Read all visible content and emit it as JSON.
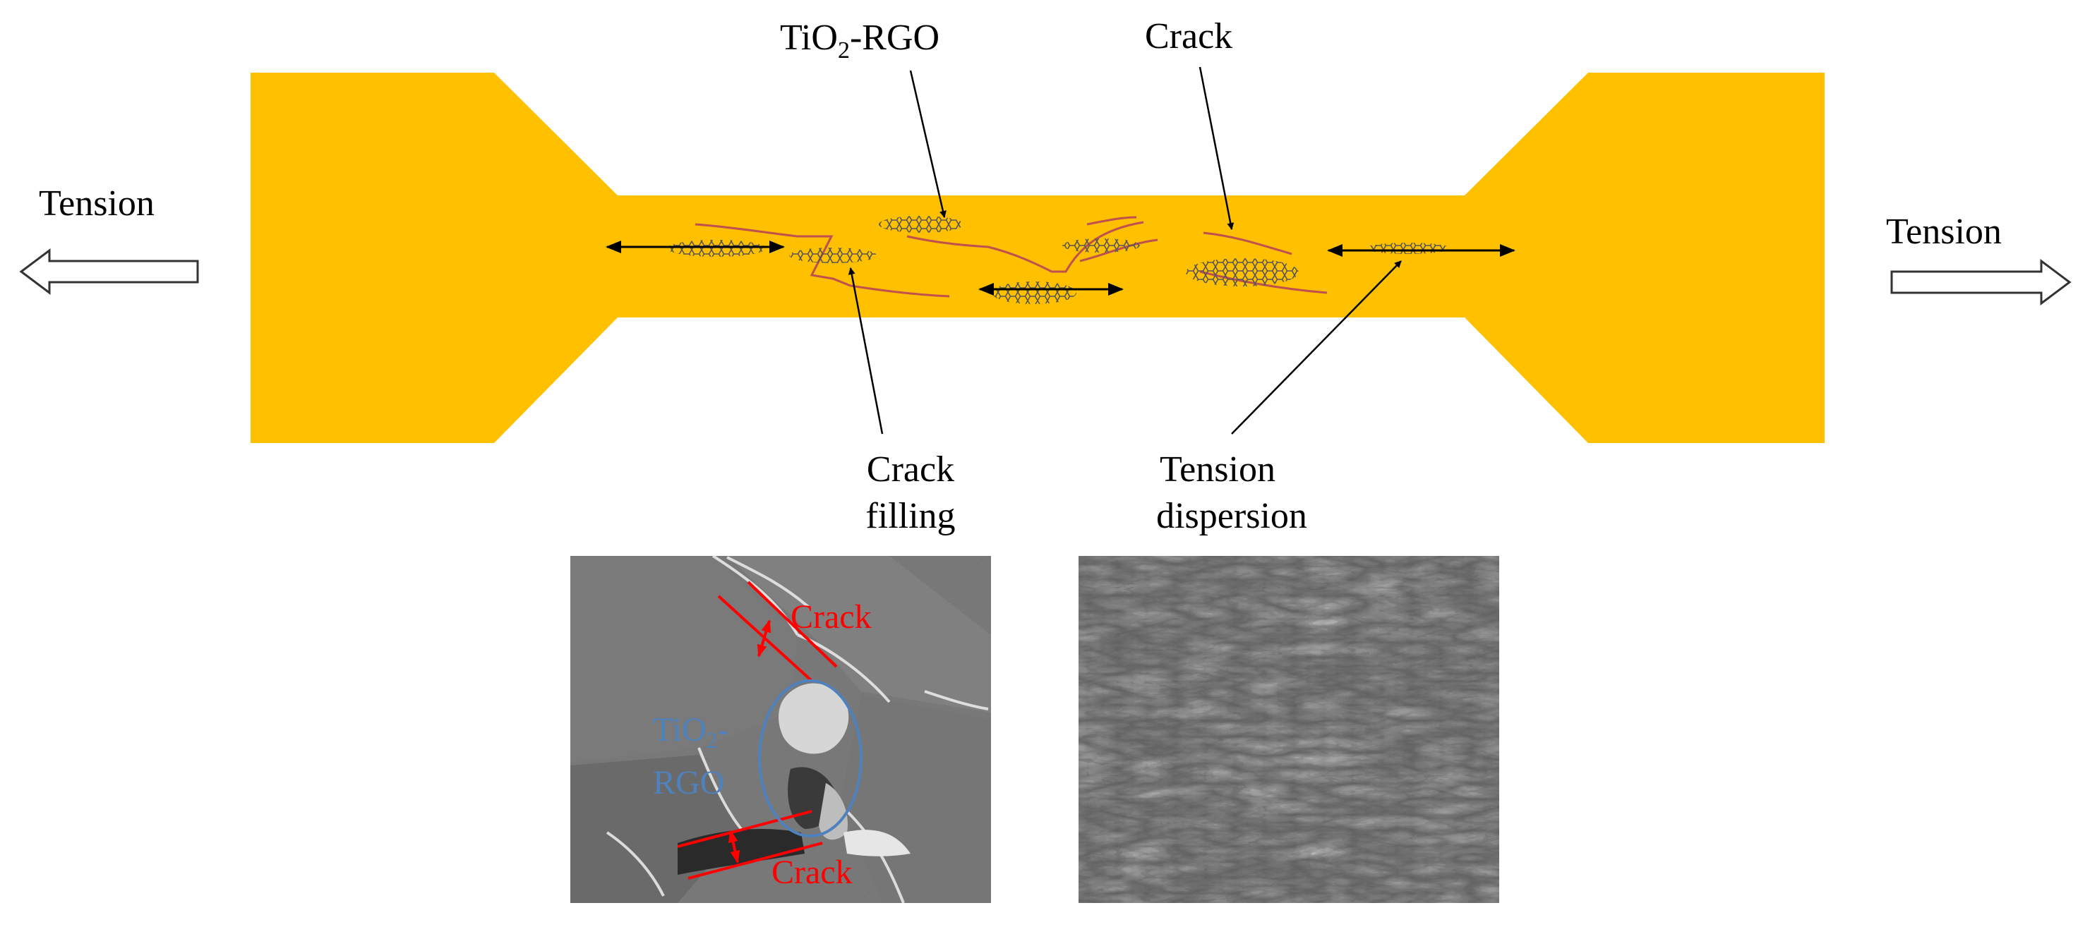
{
  "labels": {
    "tension_left": "Tension",
    "tension_right": "Tension",
    "tio2_rgo_top": {
      "prefix": "TiO",
      "sub": "2",
      "suffix": "-RGO"
    },
    "crack_top": "Crack",
    "crack_filling_line1": "Crack",
    "crack_filling_line2": "filling",
    "tension_dispersion_line1": "Tension",
    "tension_dispersion_line2": "dispersion"
  },
  "micrograph_left": {
    "crack_upper": "Crack",
    "crack_lower": "Crack",
    "tio2_rgo": {
      "prefix": "TiO",
      "sub": "2",
      "suffix": "-",
      "line2": "RGO"
    }
  },
  "colors": {
    "specimen": "#FFC000",
    "crack_line": "#C0504D",
    "arrow": "#000000",
    "annotation_red": "#FF0000",
    "annotation_blue": "#4F81BD",
    "sem_background": "#6E6E6E"
  }
}
